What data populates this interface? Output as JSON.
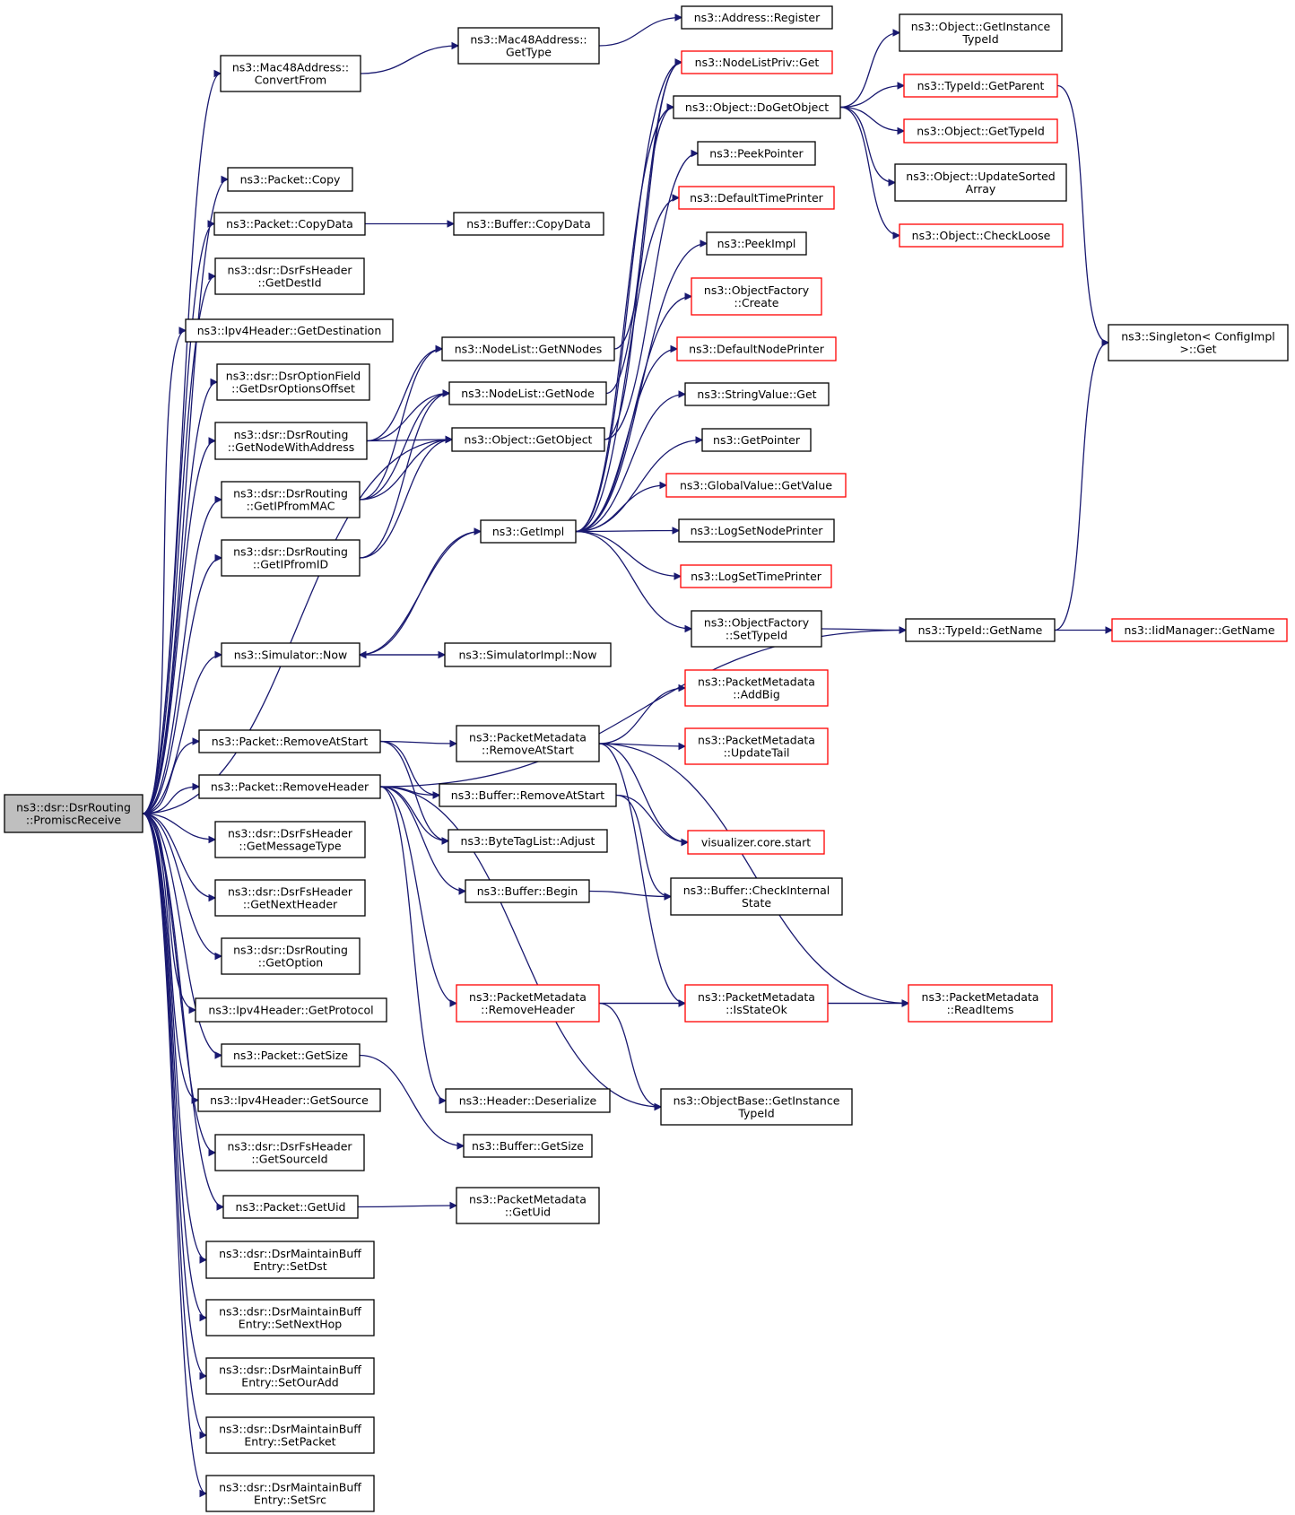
{
  "diagram": {
    "type": "doxygen-call-graph",
    "colors": {
      "edge": "#191970",
      "node_border": "#000000",
      "node_border_incomplete": "#ff0000",
      "root_fill": "#bfbfbf",
      "node_fill": "#ffffff"
    },
    "nodes": [
      {
        "id": "root",
        "lines": [
          "ns3::dsr::DsrRouting",
          "::PromiscReceive"
        ],
        "root": true,
        "incomplete": false
      },
      {
        "id": "mac48_convertfrom",
        "lines": [
          "ns3::Mac48Address::",
          "ConvertFrom"
        ],
        "incomplete": false
      },
      {
        "id": "packet_copy",
        "lines": [
          "ns3::Packet::Copy"
        ],
        "incomplete": false
      },
      {
        "id": "packet_copydata",
        "lines": [
          "ns3::Packet::CopyData"
        ],
        "incomplete": false
      },
      {
        "id": "fsheader_getdestid",
        "lines": [
          "ns3::dsr::DsrFsHeader",
          "::GetDestId"
        ],
        "incomplete": false
      },
      {
        "id": "ipv4_getdestination",
        "lines": [
          "ns3::Ipv4Header::GetDestination"
        ],
        "incomplete": false
      },
      {
        "id": "optionfield_getdsroptionsoffset",
        "lines": [
          "ns3::dsr::DsrOptionField",
          "::GetDsrOptionsOffset"
        ],
        "incomplete": false
      },
      {
        "id": "dsrrouting_getnodewithaddress",
        "lines": [
          "ns3::dsr::DsrRouting",
          "::GetNodeWithAddress"
        ],
        "incomplete": false
      },
      {
        "id": "dsrrouting_getipfrommac",
        "lines": [
          "ns3::dsr::DsrRouting",
          "::GetIPfromMAC"
        ],
        "incomplete": false
      },
      {
        "id": "dsrrouting_getipfromid",
        "lines": [
          "ns3::dsr::DsrRouting",
          "::GetIPfromID"
        ],
        "incomplete": false
      },
      {
        "id": "simulator_now",
        "lines": [
          "ns3::Simulator::Now"
        ],
        "incomplete": false
      },
      {
        "id": "packet_removeatstart",
        "lines": [
          "ns3::Packet::RemoveAtStart"
        ],
        "incomplete": false
      },
      {
        "id": "packet_removeheader",
        "lines": [
          "ns3::Packet::RemoveHeader"
        ],
        "incomplete": false
      },
      {
        "id": "fsheader_getmessagetype",
        "lines": [
          "ns3::dsr::DsrFsHeader",
          "::GetMessageType"
        ],
        "incomplete": false
      },
      {
        "id": "fsheader_getnextheader",
        "lines": [
          "ns3::dsr::DsrFsHeader",
          "::GetNextHeader"
        ],
        "incomplete": false
      },
      {
        "id": "dsrrouting_getoption",
        "lines": [
          "ns3::dsr::DsrRouting",
          "::GetOption"
        ],
        "incomplete": false
      },
      {
        "id": "ipv4_getprotocol",
        "lines": [
          "ns3::Ipv4Header::GetProtocol"
        ],
        "incomplete": false
      },
      {
        "id": "packet_getsize",
        "lines": [
          "ns3::Packet::GetSize"
        ],
        "incomplete": false
      },
      {
        "id": "ipv4_getsource",
        "lines": [
          "ns3::Ipv4Header::GetSource"
        ],
        "incomplete": false
      },
      {
        "id": "fsheader_getsourceid",
        "lines": [
          "ns3::dsr::DsrFsHeader",
          "::GetSourceId"
        ],
        "incomplete": false
      },
      {
        "id": "packet_getuid",
        "lines": [
          "ns3::Packet::GetUid"
        ],
        "incomplete": false
      },
      {
        "id": "mbe_setdst",
        "lines": [
          "ns3::dsr::DsrMaintainBuff",
          "Entry::SetDst"
        ],
        "incomplete": false
      },
      {
        "id": "mbe_setnexthop",
        "lines": [
          "ns3::dsr::DsrMaintainBuff",
          "Entry::SetNextHop"
        ],
        "incomplete": false
      },
      {
        "id": "mbe_setouradd",
        "lines": [
          "ns3::dsr::DsrMaintainBuff",
          "Entry::SetOurAdd"
        ],
        "incomplete": false
      },
      {
        "id": "mbe_setpacket",
        "lines": [
          "ns3::dsr::DsrMaintainBuff",
          "Entry::SetPacket"
        ],
        "incomplete": false
      },
      {
        "id": "mbe_setsrc",
        "lines": [
          "ns3::dsr::DsrMaintainBuff",
          "Entry::SetSrc"
        ],
        "incomplete": false
      },
      {
        "id": "mac48_gettype",
        "lines": [
          "ns3::Mac48Address::",
          "GetType"
        ],
        "incomplete": false
      },
      {
        "id": "buffer_copydata",
        "lines": [
          "ns3::Buffer::CopyData"
        ],
        "incomplete": false
      },
      {
        "id": "nodelist_getnnodes",
        "lines": [
          "ns3::NodeList::GetNNodes"
        ],
        "incomplete": false
      },
      {
        "id": "nodelist_getnode",
        "lines": [
          "ns3::NodeList::GetNode"
        ],
        "incomplete": false
      },
      {
        "id": "object_getobject",
        "lines": [
          "ns3::Object::GetObject"
        ],
        "incomplete": false
      },
      {
        "id": "getimpl",
        "lines": [
          "ns3::GetImpl"
        ],
        "incomplete": false
      },
      {
        "id": "simulatorimpl_now",
        "lines": [
          "ns3::SimulatorImpl::Now"
        ],
        "incomplete": false
      },
      {
        "id": "pm_removeatstart",
        "lines": [
          "ns3::PacketMetadata",
          "::RemoveAtStart"
        ],
        "incomplete": false
      },
      {
        "id": "buffer_removeatstart",
        "lines": [
          "ns3::Buffer::RemoveAtStart"
        ],
        "incomplete": false
      },
      {
        "id": "bytetaglist_adjust",
        "lines": [
          "ns3::ByteTagList::Adjust"
        ],
        "incomplete": false
      },
      {
        "id": "buffer_begin",
        "lines": [
          "ns3::Buffer::Begin"
        ],
        "incomplete": false
      },
      {
        "id": "pm_removeheader",
        "lines": [
          "ns3::PacketMetadata",
          "::RemoveHeader"
        ],
        "incomplete": true
      },
      {
        "id": "header_deserialize",
        "lines": [
          "ns3::Header::Deserialize"
        ],
        "incomplete": false
      },
      {
        "id": "buffer_getsize",
        "lines": [
          "ns3::Buffer::GetSize"
        ],
        "incomplete": false
      },
      {
        "id": "pm_getuid",
        "lines": [
          "ns3::PacketMetadata",
          "::GetUid"
        ],
        "incomplete": false
      },
      {
        "id": "address_register",
        "lines": [
          "ns3::Address::Register"
        ],
        "incomplete": false
      },
      {
        "id": "nodelistpriv_get",
        "lines": [
          "ns3::NodeListPriv::Get"
        ],
        "incomplete": true
      },
      {
        "id": "object_dogetobject",
        "lines": [
          "ns3::Object::DoGetObject"
        ],
        "incomplete": false
      },
      {
        "id": "peekpointer",
        "lines": [
          "ns3::PeekPointer"
        ],
        "incomplete": false
      },
      {
        "id": "defaulttimeprinter",
        "lines": [
          "ns3::DefaultTimePrinter"
        ],
        "incomplete": true
      },
      {
        "id": "peekimpl",
        "lines": [
          "ns3::PeekImpl"
        ],
        "incomplete": false
      },
      {
        "id": "objectfactory_create",
        "lines": [
          "ns3::ObjectFactory",
          "::Create"
        ],
        "incomplete": true
      },
      {
        "id": "defaultnodeprinter",
        "lines": [
          "ns3::DefaultNodePrinter"
        ],
        "incomplete": true
      },
      {
        "id": "stringvalue_get",
        "lines": [
          "ns3::StringValue::Get"
        ],
        "incomplete": false
      },
      {
        "id": "getpointer",
        "lines": [
          "ns3::GetPointer"
        ],
        "incomplete": false
      },
      {
        "id": "globalvalue_getvalue",
        "lines": [
          "ns3::GlobalValue::GetValue"
        ],
        "incomplete": true
      },
      {
        "id": "logsetnodeprinter",
        "lines": [
          "ns3::LogSetNodePrinter"
        ],
        "incomplete": false
      },
      {
        "id": "logsettimeprinter",
        "lines": [
          "ns3::LogSetTimePrinter"
        ],
        "incomplete": true
      },
      {
        "id": "objectfactory_settypeid",
        "lines": [
          "ns3::ObjectFactory",
          "::SetTypeId"
        ],
        "incomplete": false
      },
      {
        "id": "pm_addbig",
        "lines": [
          "ns3::PacketMetadata",
          "::AddBig"
        ],
        "incomplete": true
      },
      {
        "id": "pm_updatetail",
        "lines": [
          "ns3::PacketMetadata",
          "::UpdateTail"
        ],
        "incomplete": true
      },
      {
        "id": "visualizer_core_start",
        "lines": [
          "visualizer.core.start"
        ],
        "incomplete": true
      },
      {
        "id": "buffer_checkinternalstate",
        "lines": [
          "ns3::Buffer::CheckInternal",
          "State"
        ],
        "incomplete": false
      },
      {
        "id": "pm_isstateok",
        "lines": [
          "ns3::PacketMetadata",
          "::IsStateOk"
        ],
        "incomplete": true
      },
      {
        "id": "objectbase_getinstancetypeid",
        "lines": [
          "ns3::ObjectBase::GetInstance",
          "TypeId"
        ],
        "incomplete": false
      },
      {
        "id": "object_getinstancetypeid",
        "lines": [
          "ns3::Object::GetInstance",
          "TypeId"
        ],
        "incomplete": false
      },
      {
        "id": "typeid_getparent",
        "lines": [
          "ns3::TypeId::GetParent"
        ],
        "incomplete": true
      },
      {
        "id": "object_gettypeid",
        "lines": [
          "ns3::Object::GetTypeId"
        ],
        "incomplete": true
      },
      {
        "id": "object_updatesortedarray",
        "lines": [
          "ns3::Object::UpdateSorted",
          "Array"
        ],
        "incomplete": false
      },
      {
        "id": "object_checkloose",
        "lines": [
          "ns3::Object::CheckLoose"
        ],
        "incomplete": true
      },
      {
        "id": "singleton_get",
        "lines": [
          "ns3::Singleton< ConfigImpl",
          " >::Get"
        ],
        "incomplete": false
      },
      {
        "id": "typeid_getname",
        "lines": [
          "ns3::TypeId::GetName"
        ],
        "incomplete": false
      },
      {
        "id": "iidmanager_getname",
        "lines": [
          "ns3::IidManager::GetName"
        ],
        "incomplete": true
      },
      {
        "id": "pm_readitems",
        "lines": [
          "ns3::PacketMetadata",
          "::ReadItems"
        ],
        "incomplete": true
      }
    ],
    "edges": [
      [
        "root",
        "mac48_convertfrom"
      ],
      [
        "root",
        "packet_copy"
      ],
      [
        "root",
        "packet_copydata"
      ],
      [
        "root",
        "fsheader_getdestid"
      ],
      [
        "root",
        "ipv4_getdestination"
      ],
      [
        "root",
        "optionfield_getdsroptionsoffset"
      ],
      [
        "root",
        "dsrrouting_getnodewithaddress"
      ],
      [
        "root",
        "dsrrouting_getipfrommac"
      ],
      [
        "root",
        "dsrrouting_getipfromid"
      ],
      [
        "root",
        "object_getobject"
      ],
      [
        "root",
        "simulator_now"
      ],
      [
        "root",
        "packet_removeatstart"
      ],
      [
        "root",
        "packet_removeheader"
      ],
      [
        "root",
        "fsheader_getmessagetype"
      ],
      [
        "root",
        "fsheader_getnextheader"
      ],
      [
        "root",
        "dsrrouting_getoption"
      ],
      [
        "root",
        "ipv4_getprotocol"
      ],
      [
        "root",
        "packet_getsize"
      ],
      [
        "root",
        "ipv4_getsource"
      ],
      [
        "root",
        "fsheader_getsourceid"
      ],
      [
        "root",
        "packet_getuid"
      ],
      [
        "root",
        "mbe_setdst"
      ],
      [
        "root",
        "mbe_setnexthop"
      ],
      [
        "root",
        "mbe_setouradd"
      ],
      [
        "root",
        "mbe_setpacket"
      ],
      [
        "root",
        "mbe_setsrc"
      ],
      [
        "mac48_convertfrom",
        "mac48_gettype"
      ],
      [
        "mac48_gettype",
        "address_register"
      ],
      [
        "packet_copydata",
        "buffer_copydata"
      ],
      [
        "dsrrouting_getnodewithaddress",
        "nodelist_getnnodes"
      ],
      [
        "dsrrouting_getnodewithaddress",
        "nodelist_getnode"
      ],
      [
        "dsrrouting_getnodewithaddress",
        "object_getobject"
      ],
      [
        "dsrrouting_getipfrommac",
        "nodelist_getnnodes"
      ],
      [
        "dsrrouting_getipfrommac",
        "nodelist_getnode"
      ],
      [
        "dsrrouting_getipfrommac",
        "object_getobject"
      ],
      [
        "dsrrouting_getipfromid",
        "nodelist_getnode"
      ],
      [
        "dsrrouting_getipfromid",
        "object_getobject"
      ],
      [
        "nodelist_getnnodes",
        "nodelistpriv_get"
      ],
      [
        "nodelist_getnode",
        "nodelistpriv_get"
      ],
      [
        "object_getobject",
        "object_dogetobject"
      ],
      [
        "object_getobject",
        "peekpointer"
      ],
      [
        "simulator_now",
        "getimpl"
      ],
      [
        "simulator_now",
        "simulatorimpl_now"
      ],
      [
        "simulatorimpl_now",
        "simulator_now"
      ],
      [
        "getimpl",
        "nodelistpriv_get"
      ],
      [
        "getimpl",
        "object_dogetobject"
      ],
      [
        "getimpl",
        "defaulttimeprinter"
      ],
      [
        "getimpl",
        "peekimpl"
      ],
      [
        "getimpl",
        "objectfactory_create"
      ],
      [
        "getimpl",
        "defaultnodeprinter"
      ],
      [
        "getimpl",
        "stringvalue_get"
      ],
      [
        "getimpl",
        "getpointer"
      ],
      [
        "getimpl",
        "globalvalue_getvalue"
      ],
      [
        "getimpl",
        "logsetnodeprinter"
      ],
      [
        "getimpl",
        "logsettimeprinter"
      ],
      [
        "getimpl",
        "objectfactory_settypeid"
      ],
      [
        "getimpl",
        "simulator_now"
      ],
      [
        "object_dogetobject",
        "object_getinstancetypeid"
      ],
      [
        "object_dogetobject",
        "typeid_getparent"
      ],
      [
        "object_dogetobject",
        "object_gettypeid"
      ],
      [
        "object_dogetobject",
        "object_updatesortedarray"
      ],
      [
        "object_dogetobject",
        "object_checkloose"
      ],
      [
        "typeid_getparent",
        "singleton_get"
      ],
      [
        "objectfactory_settypeid",
        "typeid_getname"
      ],
      [
        "typeid_getname",
        "singleton_get"
      ],
      [
        "typeid_getname",
        "iidmanager_getname"
      ],
      [
        "packet_removeatstart",
        "pm_removeatstart"
      ],
      [
        "packet_removeatstart",
        "buffer_removeatstart"
      ],
      [
        "packet_removeatstart",
        "bytetaglist_adjust"
      ],
      [
        "packet_removeheader",
        "buffer_removeatstart"
      ],
      [
        "packet_removeheader",
        "bytetaglist_adjust"
      ],
      [
        "packet_removeheader",
        "buffer_begin"
      ],
      [
        "packet_removeheader",
        "typeid_getname"
      ],
      [
        "packet_removeheader",
        "pm_removeheader"
      ],
      [
        "packet_removeheader",
        "header_deserialize"
      ],
      [
        "packet_removeheader",
        "objectbase_getinstancetypeid"
      ],
      [
        "pm_removeatstart",
        "pm_addbig"
      ],
      [
        "pm_removeatstart",
        "pm_updatetail"
      ],
      [
        "pm_removeatstart",
        "visualizer_core_start"
      ],
      [
        "pm_removeatstart",
        "pm_isstateok"
      ],
      [
        "pm_removeatstart",
        "pm_readitems"
      ],
      [
        "buffer_removeatstart",
        "visualizer_core_start"
      ],
      [
        "buffer_removeatstart",
        "buffer_checkinternalstate"
      ],
      [
        "buffer_begin",
        "buffer_checkinternalstate"
      ],
      [
        "pm_removeheader",
        "pm_isstateok"
      ],
      [
        "pm_removeheader",
        "pm_readitems"
      ],
      [
        "pm_removeheader",
        "objectbase_getinstancetypeid"
      ],
      [
        "pm_isstateok",
        "pm_readitems"
      ],
      [
        "packet_getsize",
        "buffer_getsize"
      ],
      [
        "packet_getuid",
        "pm_getuid"
      ]
    ]
  }
}
